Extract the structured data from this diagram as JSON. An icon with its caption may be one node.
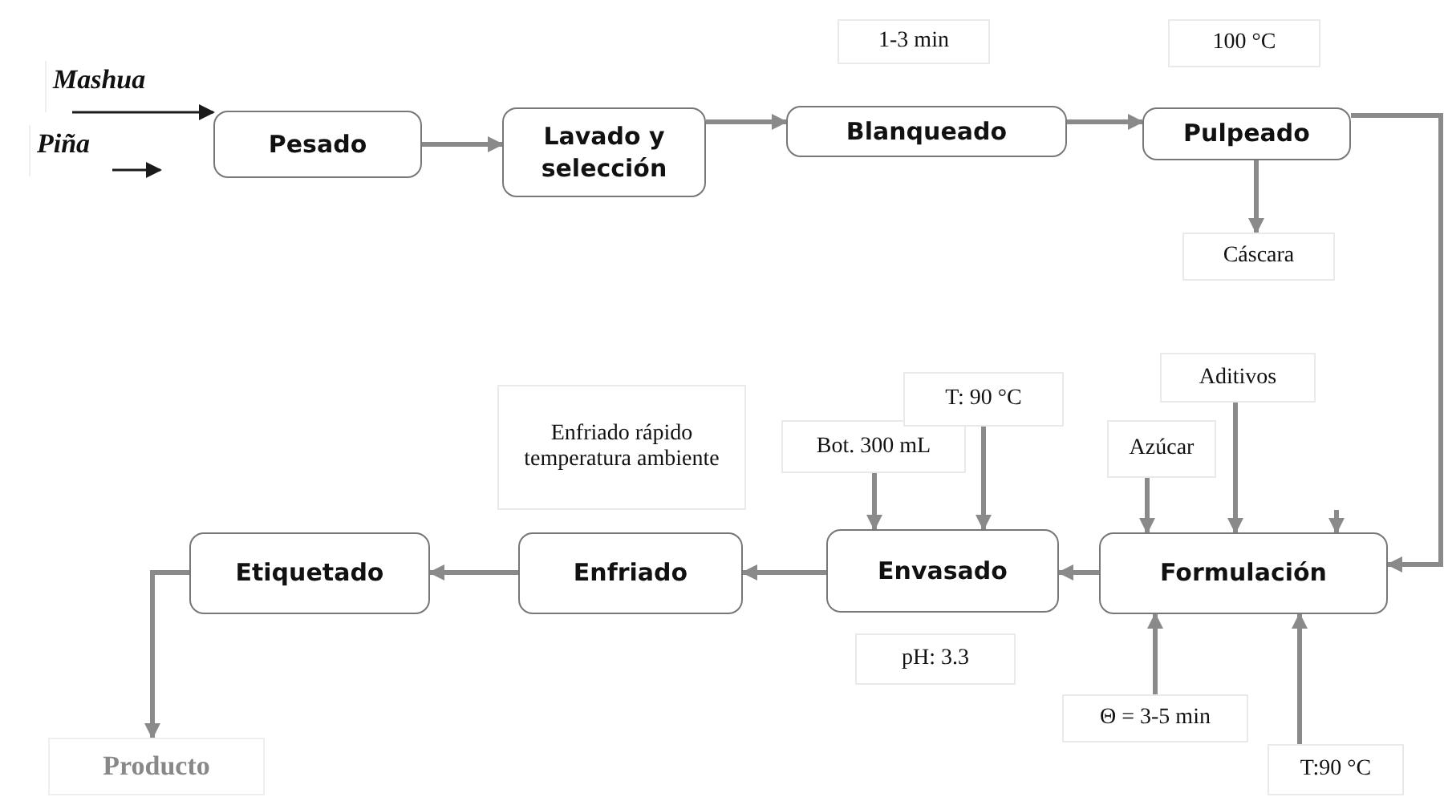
{
  "diagram": {
    "nodes": [
      {
        "text": [
          "Mashua"
        ]
      },
      {
        "text": [
          "Piña"
        ]
      },
      {
        "text": [
          "Pesado"
        ]
      },
      {
        "text": [
          "Lavado y selección"
        ]
      },
      {
        "text": [
          "Blanqueado"
        ]
      },
      {
        "text": [
          "Pulpeado"
        ]
      },
      {
        "text": [
          "Cáscara"
        ]
      },
      {
        "text": [
          "Etiquetado"
        ]
      },
      {
        "text": [
          "Enfriado"
        ]
      },
      {
        "text": [
          "Envasado"
        ]
      },
      {
        "text": [
          "Formulación"
        ]
      },
      {
        "text": [
          "Producto"
        ]
      },
      {
        "text": [
          "Bot. 300 mL"
        ]
      },
      {
        "text": [
          "T: 90 °C"
        ]
      },
      {
        "text": [
          "Azúcar"
        ]
      },
      {
        "text": [
          "Aditivos"
        ]
      },
      {
        "text": [
          "Θ = 3-5 min"
        ]
      },
      {
        "text": [
          "T:90 °C"
        ]
      },
      {
        "text": [
          "1-3 min"
        ]
      },
      {
        "text": [
          "100 °C"
        ]
      },
      {
        "text": [
          "Enfriado rápido temperatura ambiente"
        ]
      },
      {
        "text": [
          "pH: 3.3"
        ]
      }
    ],
    "edges": [
      {
        "from": 0,
        "to": 2,
        "arrow": "to",
        "color": "#1a1a1a"
      },
      {
        "from": 1,
        "to": null,
        "arrow": "to",
        "color": "#1a1a1a"
      },
      {
        "from": 2,
        "to": 3,
        "arrow": "to"
      },
      {
        "from": 3,
        "to": 4,
        "arrow": "to"
      },
      {
        "from": 4,
        "to": 5,
        "arrow": "to"
      },
      {
        "from": 5,
        "to": 6,
        "arrow": "to"
      },
      {
        "from": 5,
        "to": 10,
        "arrow": "to"
      },
      {
        "from": 10,
        "to": 9,
        "arrow": "to"
      },
      {
        "from": 9,
        "to": 8,
        "arrow": "to"
      },
      {
        "from": 8,
        "to": 7,
        "arrow": "to"
      },
      {
        "from": 7,
        "to": 11,
        "arrow": "to"
      },
      {
        "from": 12,
        "to": 9,
        "arrow": "to"
      },
      {
        "from": 13,
        "to": 9,
        "arrow": "to"
      },
      {
        "from": 14,
        "to": 10,
        "arrow": "to"
      },
      {
        "from": 15,
        "to": 10,
        "arrow": "to"
      },
      {
        "from": null,
        "to": 10,
        "arrow": "to"
      },
      {
        "from": 16,
        "to": 10,
        "arrow": "to"
      },
      {
        "from": 17,
        "to": 10,
        "arrow": "to"
      }
    ]
  }
}
